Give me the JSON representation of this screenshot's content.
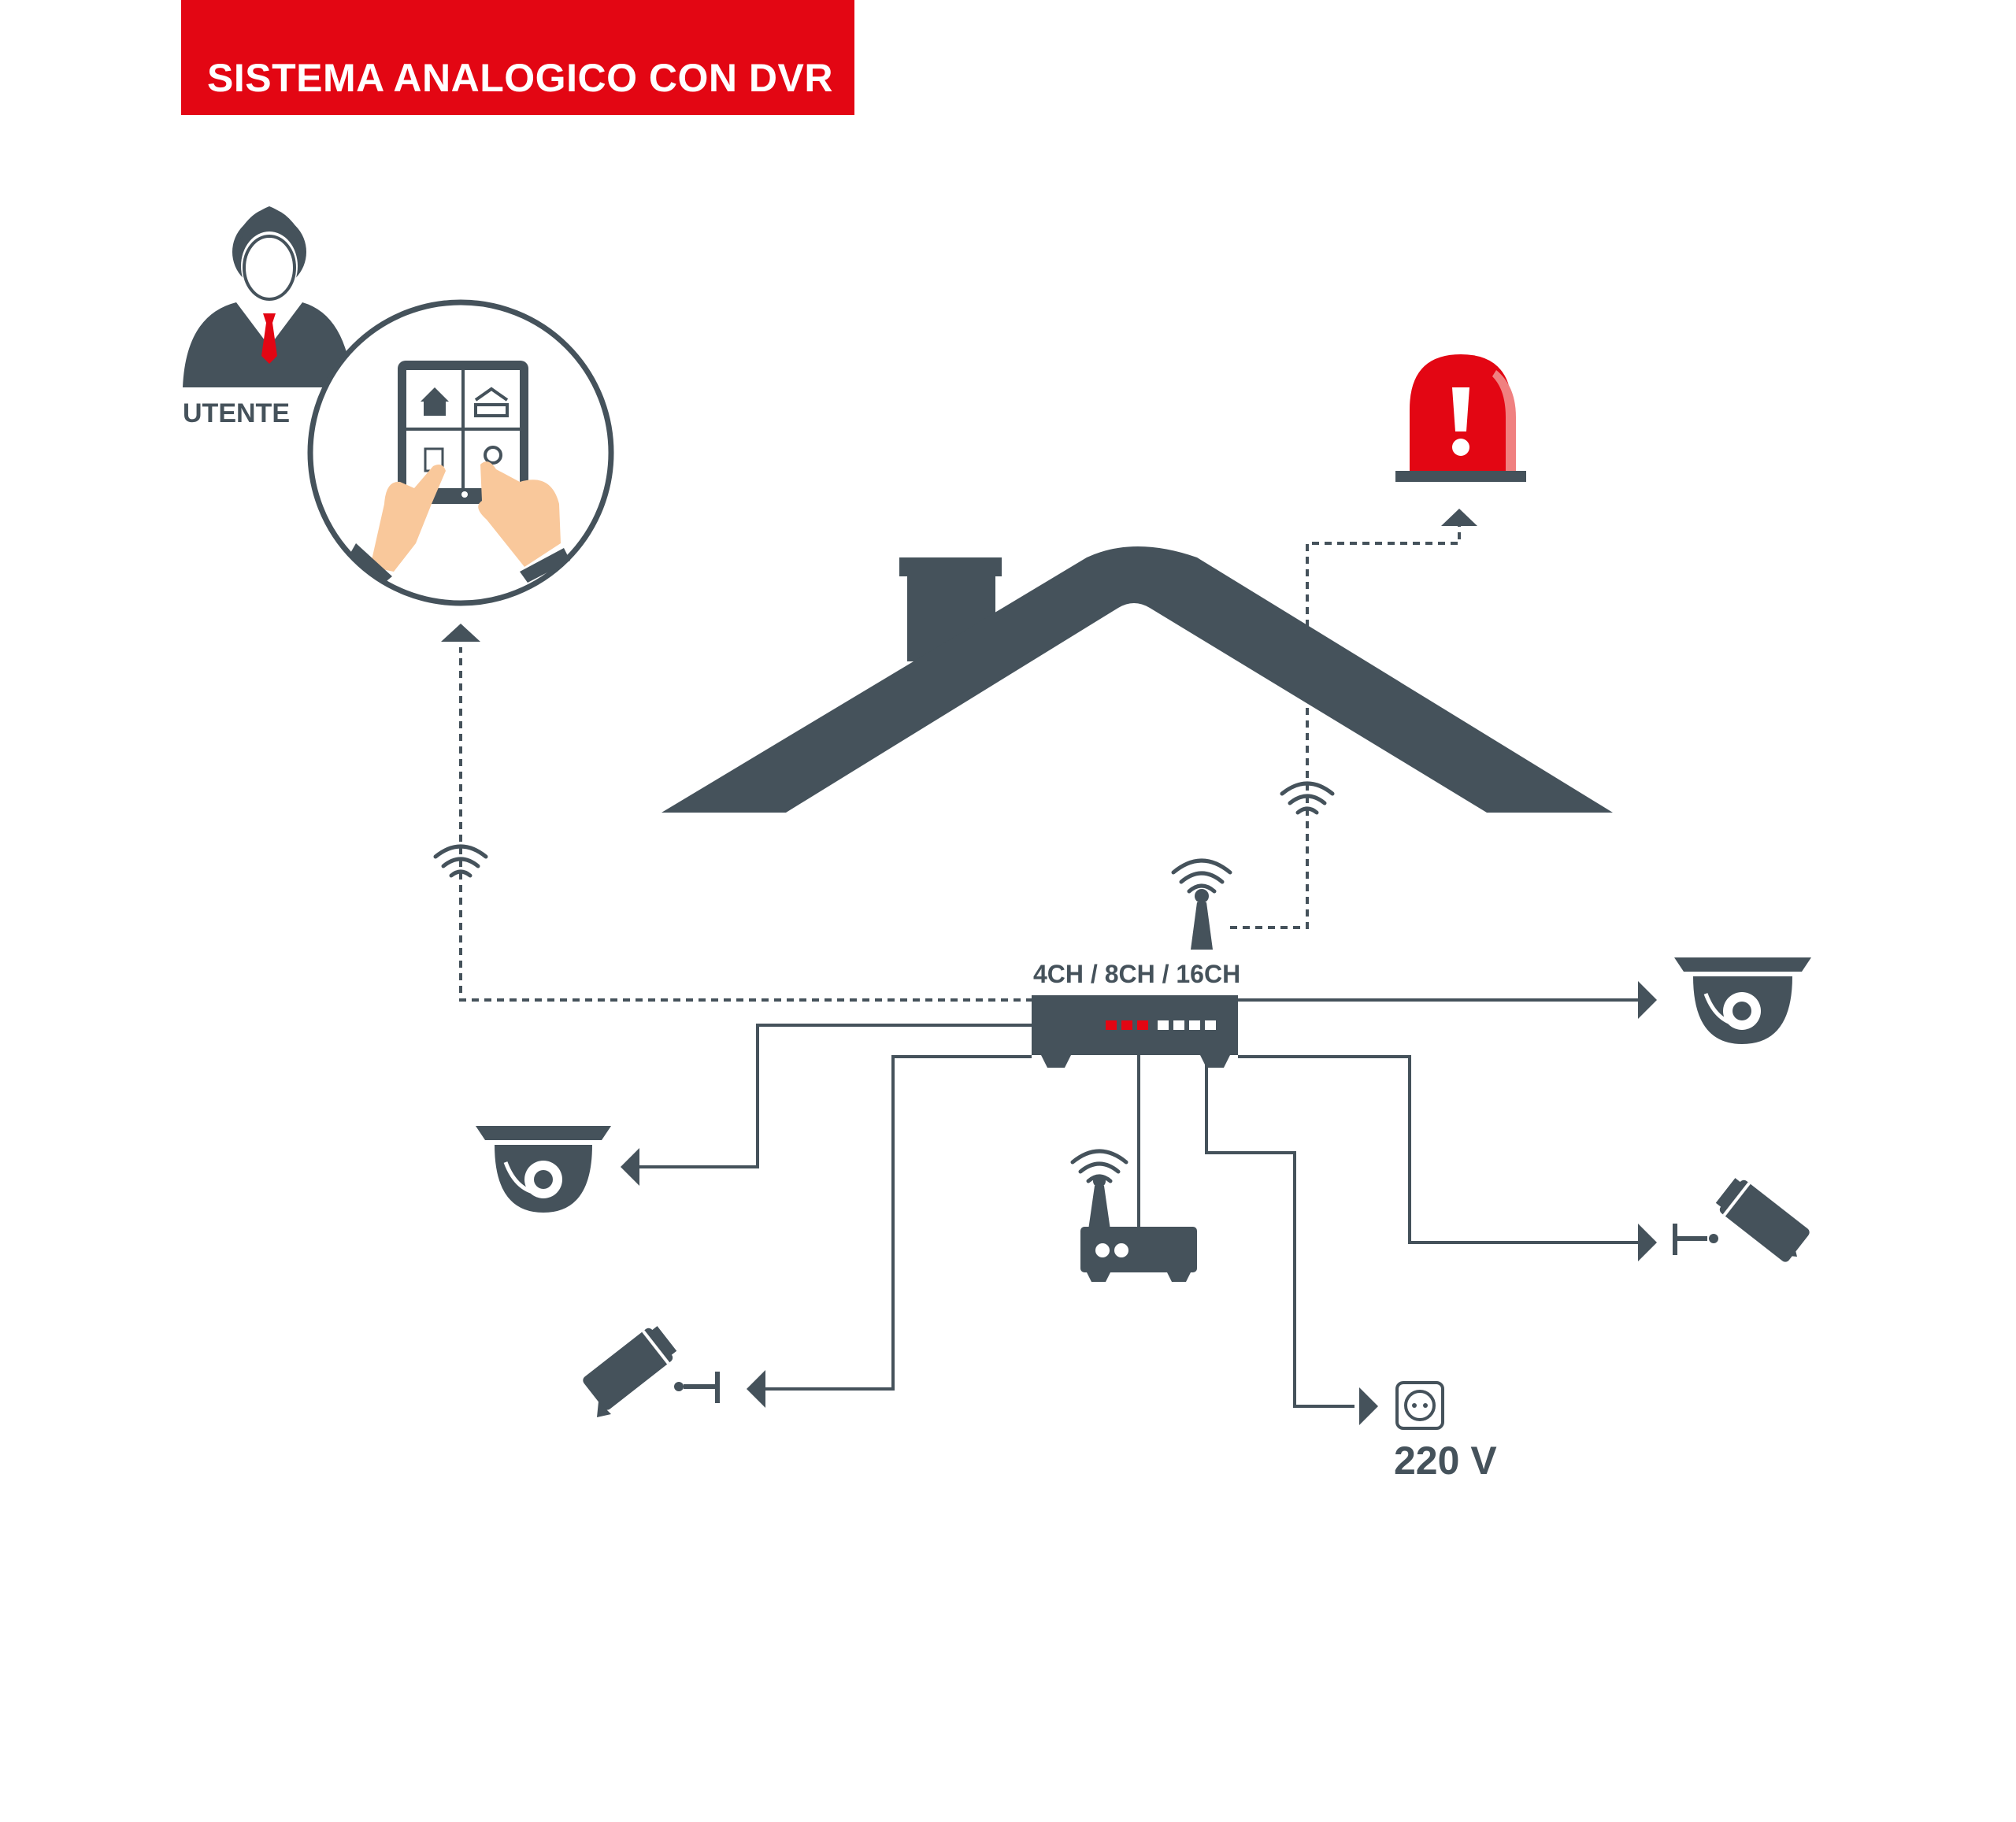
{
  "title": "SISTEMA ANALOGICO CON DVR",
  "labels": {
    "user": "UTENTE",
    "dvr": "4CH / 8CH / 16CH",
    "power": "220 V"
  },
  "colors": {
    "primary": "#45525b",
    "accent": "#e30613",
    "skin": "#f9c89b"
  },
  "icons": [
    "user-icon",
    "tablet-icon",
    "siren-icon",
    "house-roof-icon",
    "wifi-icon",
    "antenna-icon",
    "dvr-icon",
    "dome-camera-icon",
    "bullet-camera-icon",
    "router-icon",
    "power-socket-icon"
  ]
}
